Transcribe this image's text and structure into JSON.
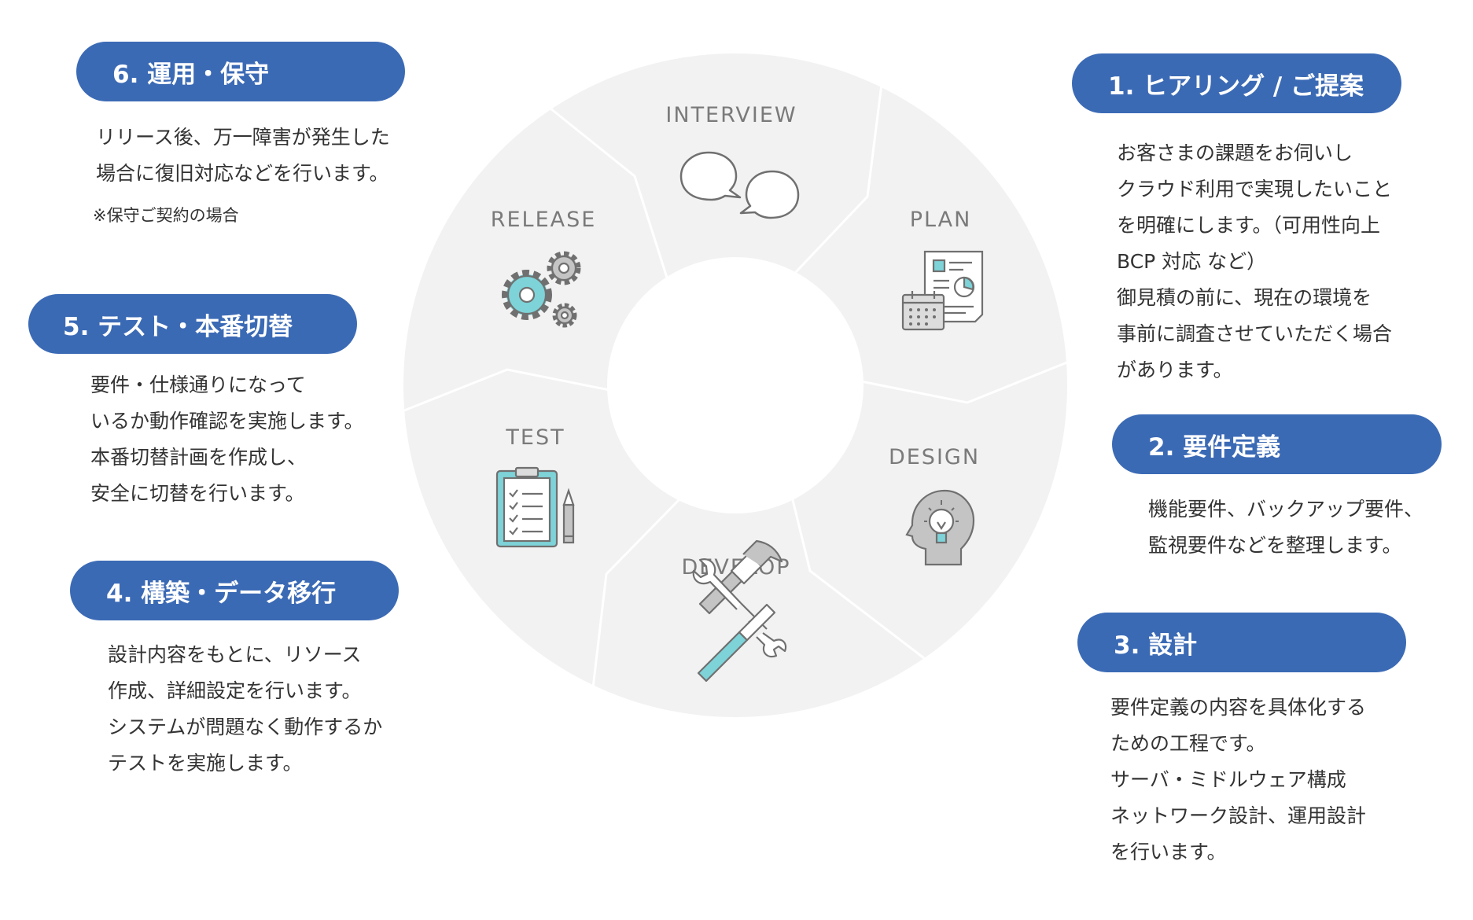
{
  "steps": {
    "s1": {
      "title": "1.  ヒアリング / ご提案",
      "lines": [
        "お客さまの課題をお伺いし",
        "クラウド利用で実現したいこと",
        "を明確にします。（可用性向上",
        "BCP 対応 など）",
        "御見積の前に、現在の環境を",
        "事前に調査させていただく場合",
        "があります。"
      ]
    },
    "s2": {
      "title": "2.  要件定義",
      "lines": [
        "機能要件、バックアップ要件、",
        "監視要件などを整理します。"
      ]
    },
    "s3": {
      "title": "3.  設計",
      "lines": [
        "要件定義の内容を具体化する",
        "ための工程です。",
        "サーバ・ミドルウェア構成",
        "ネットワーク設計、運用設計",
        "を行います。"
      ]
    },
    "s4": {
      "title": "4.  構築・データ移行",
      "lines": [
        "設計内容をもとに、リソース",
        "作成、詳細設定を行います。",
        "システムが問題なく動作するか",
        "テストを実施します。"
      ]
    },
    "s5": {
      "title": "5.  テスト・本番切替",
      "lines": [
        "要件・仕様通りになって",
        "いるか動作確認を実施します。",
        "本番切替計画を作成し、",
        "安全に切替を行います。"
      ]
    },
    "s6": {
      "title": "6.  運用・保守",
      "lines": [
        "リリース後、万一障害が発生した",
        "場合に復旧対応などを行います。"
      ],
      "note": "※保守ご契約の場合"
    }
  },
  "wheel": {
    "segments": [
      {
        "label": "INTERVIEW",
        "icon": "speech-bubbles-icon"
      },
      {
        "label": "PLAN",
        "icon": "document-calendar-icon"
      },
      {
        "label": "DESIGN",
        "icon": "head-lightbulb-icon"
      },
      {
        "label": "DEVELOP",
        "icon": "wrench-hammer-icon"
      },
      {
        "label": "TEST",
        "icon": "clipboard-checklist-icon"
      },
      {
        "label": "RELEASE",
        "icon": "gears-icon"
      }
    ]
  },
  "colors": {
    "pill": "#3b6ab5",
    "wheel": "#f2f2f2",
    "accent": "#7dd3d8",
    "icon_stroke": "#707070"
  }
}
